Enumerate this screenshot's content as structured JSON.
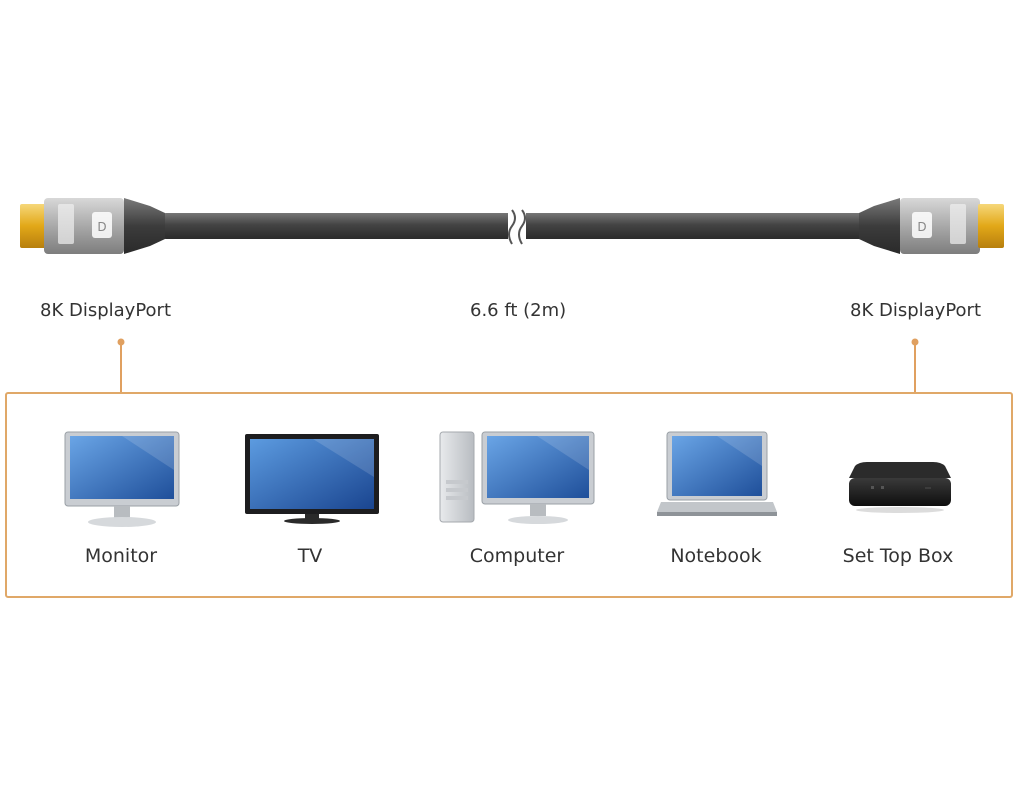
{
  "cable": {
    "left_connector_label": "8K DisplayPort",
    "length_label": "6.6 ft (2m)",
    "right_connector_label": "8K DisplayPort"
  },
  "devices": [
    {
      "label": "Monitor",
      "icon": "monitor-icon"
    },
    {
      "label": "TV",
      "icon": "tv-icon"
    },
    {
      "label": "Computer",
      "icon": "computer-icon"
    },
    {
      "label": "Notebook",
      "icon": "notebook-icon"
    },
    {
      "label": "Set Top Box",
      "icon": "set-top-box-icon"
    }
  ],
  "colors": {
    "accent": "#e0a060",
    "cable": "#4a4a4a",
    "connector_gold": "#e8b020",
    "screen_blue": "#2f68b8"
  }
}
